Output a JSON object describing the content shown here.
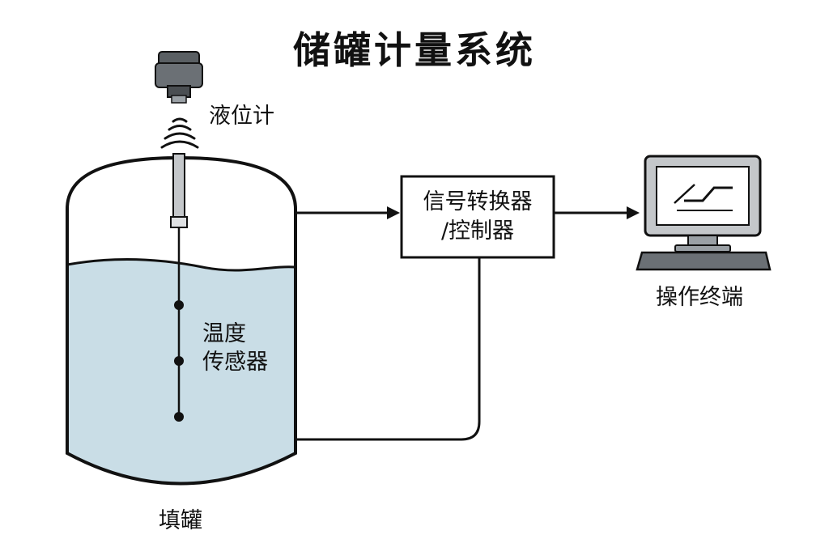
{
  "title": "储罐计量系统",
  "labels": {
    "level_gauge": "液位计",
    "temp_sensor_line1": "温度",
    "temp_sensor_line2": "传感器",
    "converter_line1": "信号转换器",
    "converter_line2": "/控制器",
    "terminal": "操作终端",
    "tank": "填罐"
  },
  "colors": {
    "liquid": "#c9dde6",
    "stroke": "#111111",
    "gauge_body": "#5a5f63",
    "screen": "#ffffff",
    "monitor_frame": "#c4c7ca"
  }
}
